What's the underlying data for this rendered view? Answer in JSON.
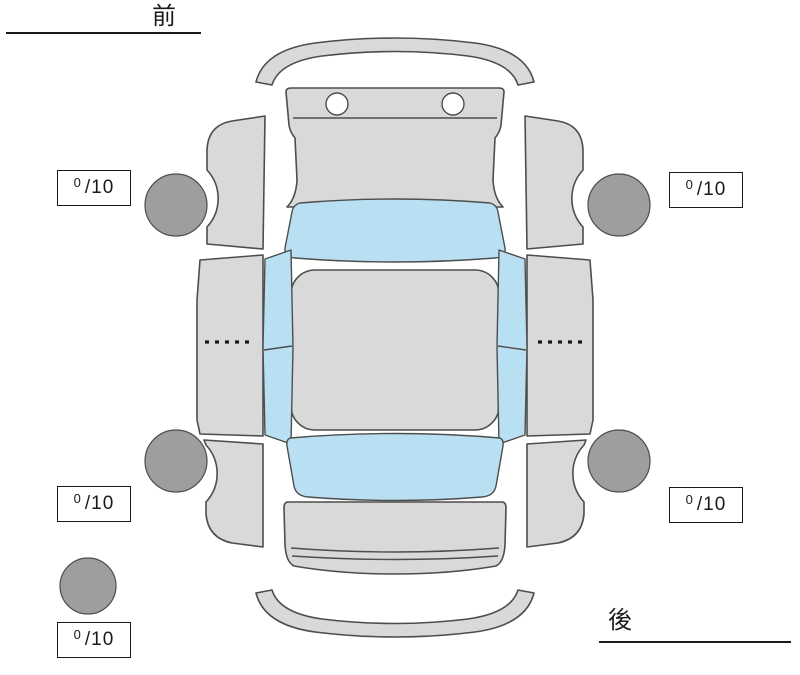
{
  "labels": {
    "front": "前",
    "rear": "後"
  },
  "tire_scores": {
    "front_left": {
      "value": "0",
      "max": "/10"
    },
    "front_right": {
      "value": "0",
      "max": "/10"
    },
    "rear_left": {
      "value": "0",
      "max": "/10"
    },
    "rear_right": {
      "value": "0",
      "max": "/10"
    },
    "spare": {
      "value": "0",
      "max": "/10"
    }
  },
  "colors": {
    "body": "#d9d9d9",
    "glass": "#b9e0f2",
    "tire": "#9e9e9e",
    "outline": "#4d4d4d",
    "ink": "#1a1a1a"
  }
}
